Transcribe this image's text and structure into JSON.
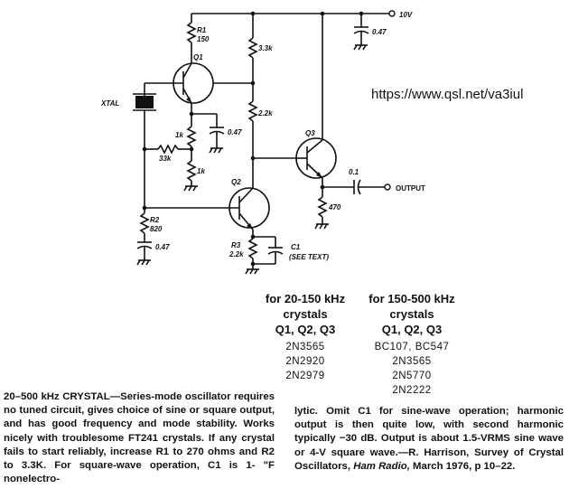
{
  "schematic": {
    "supply": "10V",
    "caps": {
      "c_supply": "0.47",
      "c_q1": "0.47",
      "c_r2": "0.47",
      "c_out": "0.1",
      "c1": "C1",
      "c1_note": "(SEE TEXT)"
    },
    "resistors": {
      "r1_name": "R1",
      "r1_val": "150",
      "r_33k": "3.3k",
      "r_22k": "2.2k",
      "r_1k_a": "1k",
      "r_33k2": "33k",
      "r_1k_b": "1k",
      "r2_name": "R2",
      "r2_val": "820",
      "r3_name": "R3",
      "r3_val": "2.2k",
      "r_470": "470"
    },
    "transistors": {
      "q1": "Q1",
      "q2": "Q2",
      "q3": "Q3"
    },
    "xtal": "XTAL",
    "output": "OUTPUT"
  },
  "watermark_url": "https://www.qsl.net/va3iul",
  "table": {
    "col1": {
      "heading": "for 20-150 kHz",
      "sub1": "crystals",
      "sub2": "Q1, Q2, Q3",
      "parts": [
        "2N3565",
        "2N2920",
        "2N2979"
      ]
    },
    "col2": {
      "heading": "for 150-500 kHz",
      "sub1": "crystals",
      "sub2": "Q1, Q2, Q3",
      "parts": [
        "BC107, BC547",
        "2N3565",
        "2N5770",
        "2N2222"
      ]
    }
  },
  "text": {
    "left": "20–500 kHz CRYSTAL—Series-mode oscillator requires no tuned circuit, gives choice of sine or square output, and has good frequency and mode stability. Works nicely with troublesome FT241 crystals. If any crystal fails to start reliably, increase R1 to 270 ohms and R2 to 3.3K. For square-wave operation, C1 is 1- \"F nonelectro-",
    "right_a": "lytic. Omit C1 for sine-wave operation; harmonic output is then quite low, with second harmonic typically −30 dB. Output is about 1.5-VRMS sine wave or 4-V square wave.—R. Harrison, Survey of Crystal Oscillators, ",
    "right_journal": "Ham Radio,",
    "right_b": " March 1976, p 10–22."
  }
}
